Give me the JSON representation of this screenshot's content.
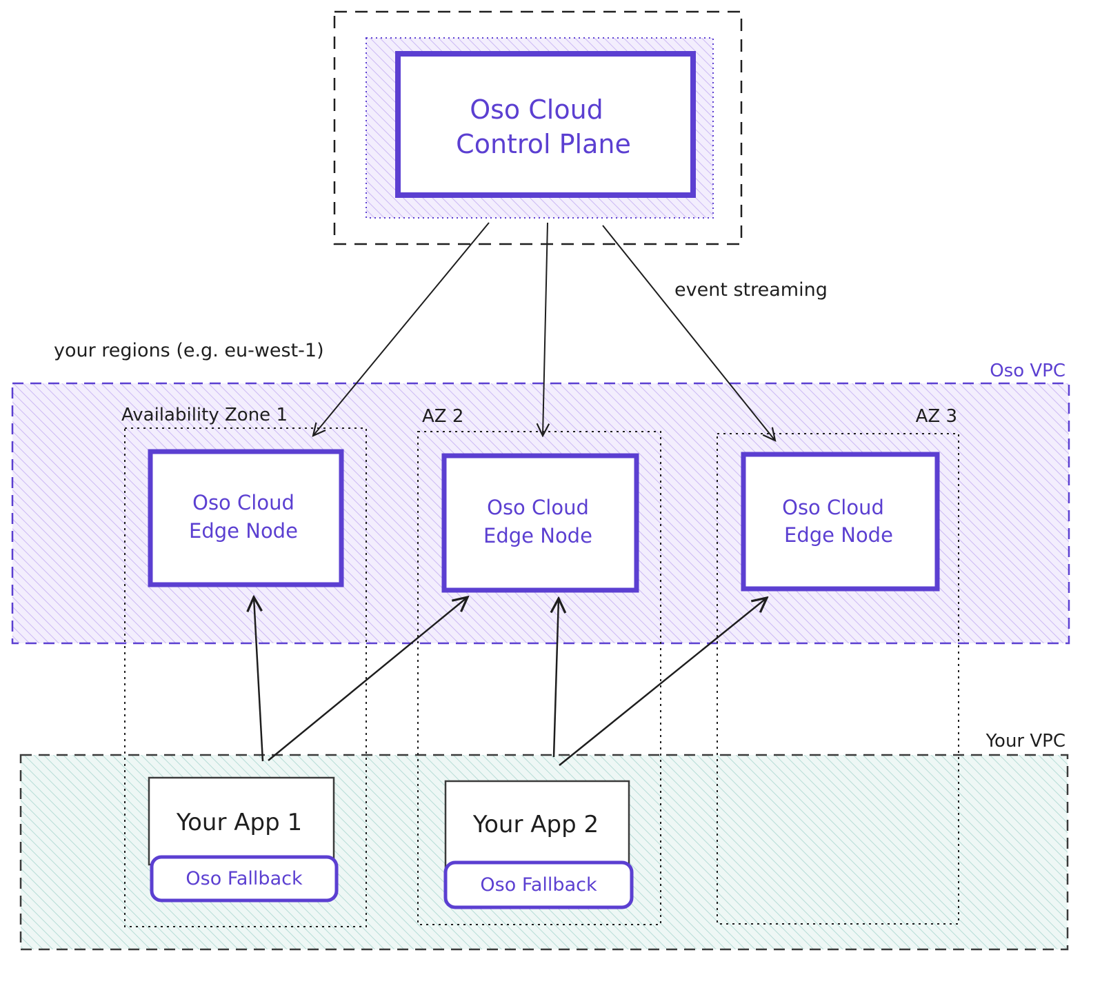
{
  "control_plane": {
    "line1": "Oso Cloud",
    "line2": "Control Plane"
  },
  "annotations": {
    "event_streaming": "event streaming",
    "your_regions": "your regions (e.g. eu-west-1)"
  },
  "oso_vpc": {
    "label": "Oso VPC"
  },
  "your_vpc": {
    "label": "Your VPC"
  },
  "zones": [
    {
      "label": "Availability Zone 1"
    },
    {
      "label": "AZ 2"
    },
    {
      "label": "AZ 3"
    }
  ],
  "edge_nodes": [
    {
      "line1": "Oso Cloud",
      "line2": "Edge Node"
    },
    {
      "line1": "Oso Cloud",
      "line2": "Edge Node"
    },
    {
      "line1": "Oso Cloud",
      "line2": "Edge Node"
    }
  ],
  "apps": [
    {
      "name": "Your App 1",
      "fallback": "Oso Fallback"
    },
    {
      "name": "Your App 2",
      "fallback": "Oso Fallback"
    }
  ],
  "colors": {
    "accent": "#5b3fd1",
    "purple_fill": "#e6ddfa",
    "teal_fill": "#d7ece9",
    "ink": "#1e1e1e"
  }
}
